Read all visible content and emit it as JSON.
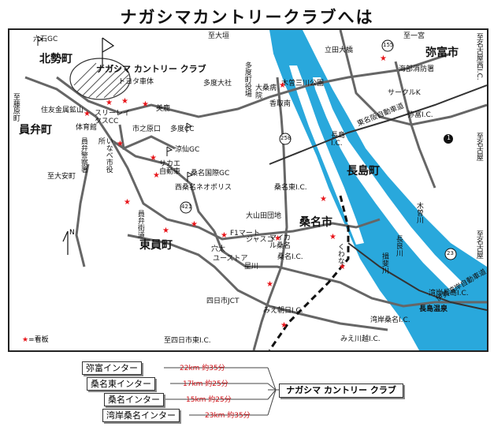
{
  "title": "ナガシマカントリークラブへは",
  "map": {
    "towns": {
      "hokusei": "北勢町",
      "inabe": "員弁町",
      "toin": "東員町",
      "yatomi": "弥富市",
      "nagashima": "長島町",
      "kuwana": "桑名市"
    },
    "golf_course_label": "ナガシマ カントリー クラブ",
    "labels": {
      "rokkoku_gc": "六石GC",
      "itaru_ogaki": "至大垣",
      "itaru_ichinomiya": "至一宮",
      "itaru_nagoya_nishi": "至名古屋西I.C.",
      "itaru_fujiwara": "至藤原町",
      "itaru_anou": "至大安町",
      "itaru_nagoya_higashi": "至名古屋",
      "itaru_nagoya_east2": "至名古屋",
      "itaru_yokkaichi_higashi": "至四日市東I.C.",
      "sumitomo": "住友金属鉱山",
      "toyota": "トヨタ車体",
      "threelakes": "スリーレイクスCC",
      "biroku": "美鹿",
      "tadocc": "多度CC",
      "taisha": "多度大社",
      "tado_yakuba": "多度町役場",
      "taikyo_hospital": "大桑病院",
      "kaori": "香取南",
      "kiso3": "木曽三川公園",
      "tatsuta": "立田大橋",
      "ebino": "海部消防署",
      "circleK": "サークルK",
      "tomei": "東名阪自動車道",
      "yatomi_ic": "弥富I.C.",
      "nagashima_ic": "長島I.C.",
      "kuwanahigashi_ic": "桑名東I.C.",
      "kuwana_ic": "桑名I.C.",
      "suzumagc": "涼仙GC",
      "saka": "サカエ自動車",
      "kuwana_kokusai": "桑名国際GC",
      "nishikuwana": "西桑名ネオポリス",
      "shinohara": "市之原口",
      "taiikukan": "体育館",
      "inabe_keisatsu": "員弁警察署",
      "inabe_yakuba": "いなべ市役所",
      "inabe_kaido": "員弁街道",
      "ooyama": "大山田団地",
      "f1mart": "F1マート",
      "jasco": "ジャスコ",
      "anaota": "穴太",
      "eustop": "ユーストア",
      "hoshikawa": "星川",
      "mycal": "マイカル桑名",
      "kuwana_st": "くわな",
      "yokkaichi_jct": "四日市JCT",
      "mieasahi": "みえ朝日I.C.",
      "mie_kawagoe": "みえ川越I.C.",
      "wangan_kuwana_ic": "湾岸桑名I.C.",
      "wangan_nagashima_ic": "湾岸長島I.C.",
      "isewangan": "伊勢湾岸自動車道",
      "nagashima_onsen": "長島温泉",
      "kisogawa": "木曽川",
      "nagaragawa": "長良川",
      "ibigawa": "揖斐川",
      "route155": "155",
      "route258": "258",
      "route421": "421",
      "route1": "1",
      "route23": "23"
    },
    "north": "N",
    "legend": {
      "star_symbol": "★",
      "text": "=看板"
    }
  },
  "access": {
    "routes": [
      {
        "ic": "弥富インター",
        "distance": "22km 約35分"
      },
      {
        "ic": "桑名東インター",
        "distance": "17km 約25分"
      },
      {
        "ic": "桑名インター",
        "distance": "15km 約25分"
      },
      {
        "ic": "湾岸桑名インター",
        "distance": "23km 約35分"
      }
    ],
    "destination": "ナガシマ カントリー クラブ"
  },
  "colors": {
    "water": "#29a8dc",
    "star": "#e8161b",
    "road": "#555555",
    "distance_text": "#d01218"
  }
}
